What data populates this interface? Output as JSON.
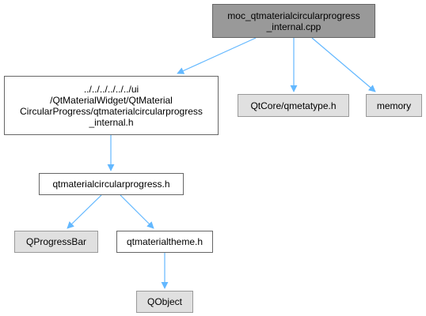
{
  "colors": {
    "edge": "#63b8ff",
    "root_fill": "#999999",
    "external_fill": "#e0e0e0",
    "node_fill": "#ffffff",
    "border": "#666666"
  },
  "nodes": {
    "root": "moc_qtmaterialcircularprogress\n_internal.cpp",
    "internal_header": "../../../../../../ui\n/QtMaterialWidget/QtMaterial\nCircularProgress/qtmaterialcircularprogress\n_internal.h",
    "qmetatype": "QtCore/qmetatype.h",
    "memory": "memory",
    "circular_header": "qtmaterialcircularprogress.h",
    "qprogressbar": "QProgressBar",
    "theme_header": "qtmaterialtheme.h",
    "qobject": "QObject"
  }
}
